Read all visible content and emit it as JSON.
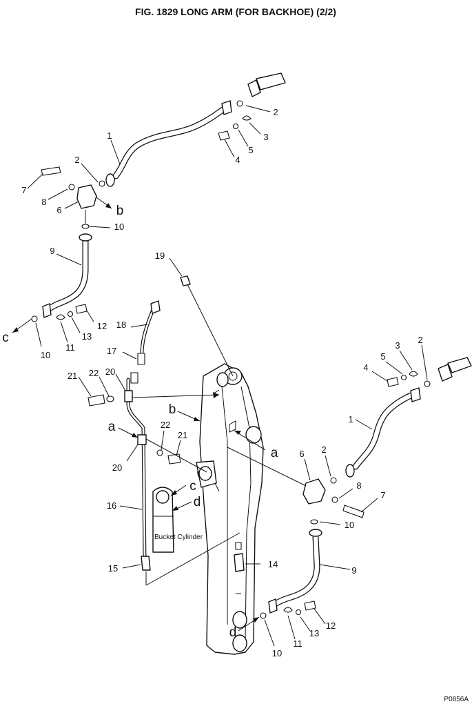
{
  "figure": {
    "title": "FIG. 1829    LONG ARM (FOR BACKHOE) (2/2)",
    "footer_code": "P0856A",
    "bucket_cylinder_label": "Bucket Cylinder"
  },
  "callouts": {
    "a1": "a",
    "a2": "a",
    "b1": "b",
    "b2": "b",
    "c1": "c",
    "c2": "c",
    "d1": "d",
    "d2": "d"
  },
  "parts": {
    "p1_top": "1",
    "p2_top_r": "2",
    "p3_top": "3",
    "p5_top": "5",
    "p4_top": "4",
    "p2_top_l": "2",
    "p7_top": "7",
    "p8_top": "8",
    "p6_top": "6",
    "p10_top": "10",
    "p9_left": "9",
    "p10_left": "10",
    "p11_left": "11",
    "p13_left": "13",
    "p12_left": "12",
    "p19": "19",
    "p18": "18",
    "p17": "17",
    "p21_top": "21",
    "p22_top": "22",
    "p20_top": "20",
    "p22_mid": "22",
    "p21_mid": "21",
    "p20_mid": "20",
    "p16": "16",
    "p15": "15",
    "p14": "14",
    "p3_right": "3",
    "p2_right_top": "2",
    "p5_right": "5",
    "p4_right": "4",
    "p1_right": "1",
    "p6_right": "6",
    "p2_right_mid": "2",
    "p8_right": "8",
    "p7_right": "7",
    "p10_right_mid": "10",
    "p9_right": "9",
    "p12_right": "12",
    "p13_right": "13",
    "p11_right": "11",
    "p10_right_bot": "10"
  }
}
